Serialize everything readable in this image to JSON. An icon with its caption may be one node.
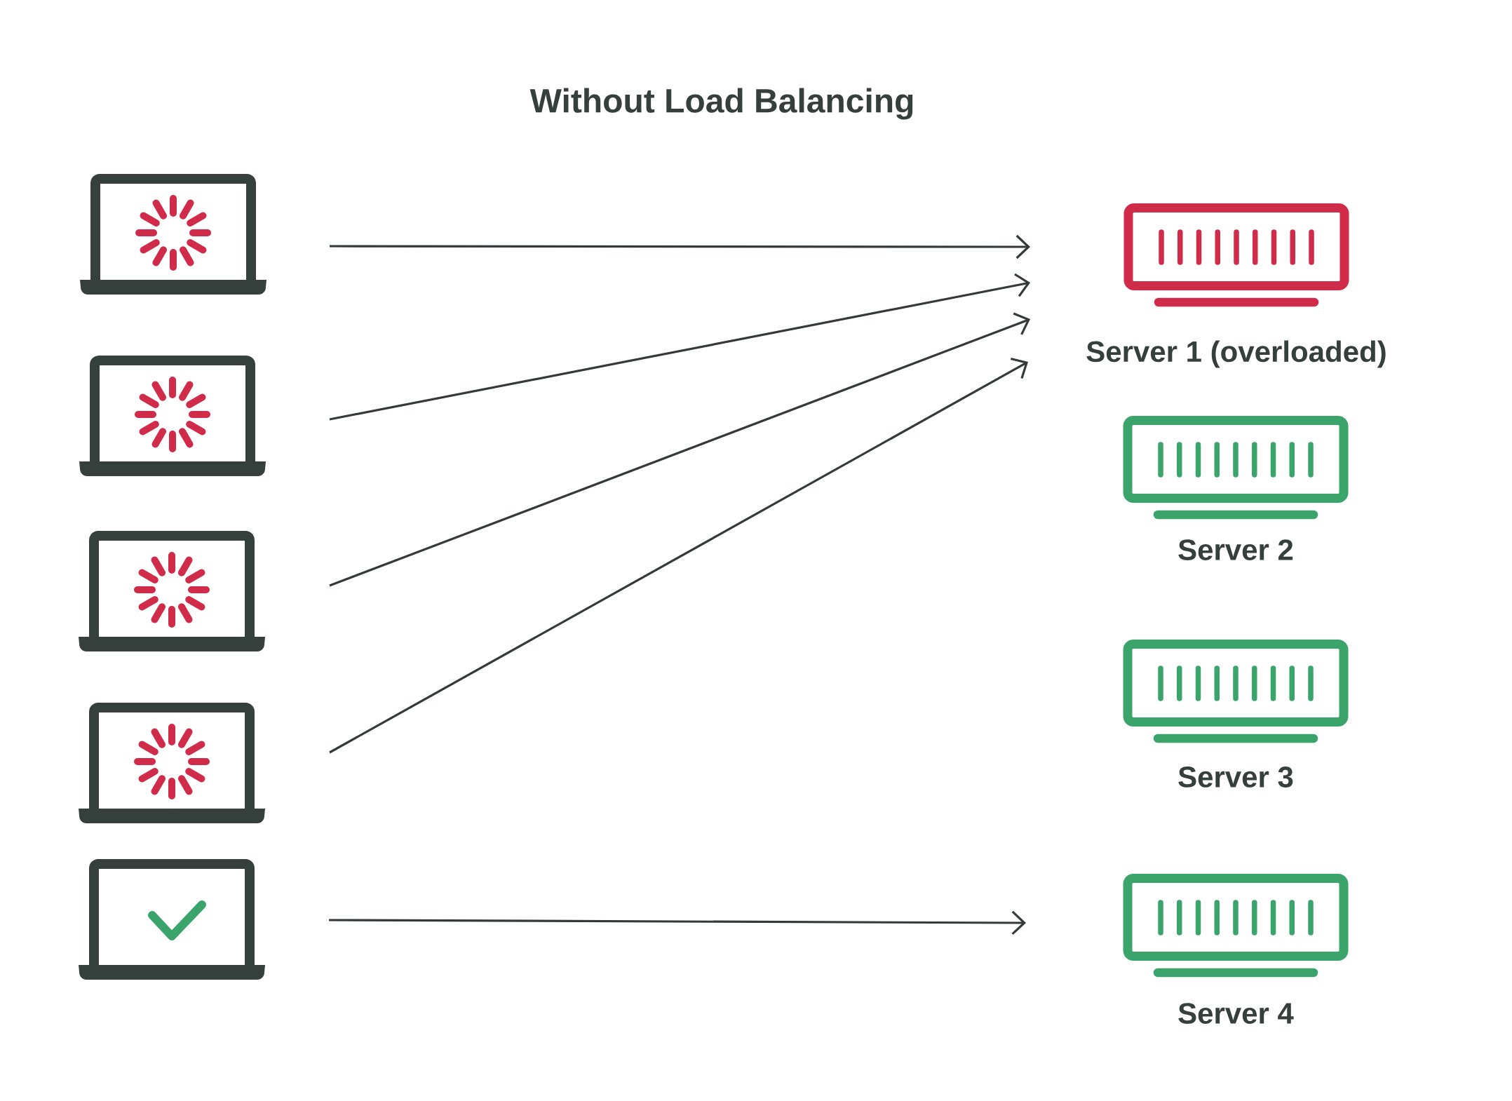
{
  "diagram": {
    "title": "Without Load Balancing",
    "nodes": [
      {
        "text": [],
        "shape": "picture"
      },
      {
        "text": [],
        "shape": "picture"
      },
      {
        "text": [],
        "shape": "picture"
      },
      {
        "text": [],
        "shape": "picture"
      },
      {
        "text": [],
        "shape": "picture"
      },
      {
        "text": [
          "Server 1 (overloaded)"
        ]
      },
      {
        "text": [
          "Server 2"
        ]
      },
      {
        "text": [
          "Server 3"
        ]
      },
      {
        "text": [
          "Server 4"
        ]
      }
    ],
    "edges": [
      {
        "from": 0,
        "to": 5,
        "arrow": "to"
      },
      {
        "from": 1,
        "to": 5,
        "arrow": "to"
      },
      {
        "from": 2,
        "to": 5,
        "arrow": "to"
      },
      {
        "from": 3,
        "to": 5,
        "arrow": "to"
      },
      {
        "from": 4,
        "to": 8,
        "arrow": "to"
      }
    ]
  }
}
